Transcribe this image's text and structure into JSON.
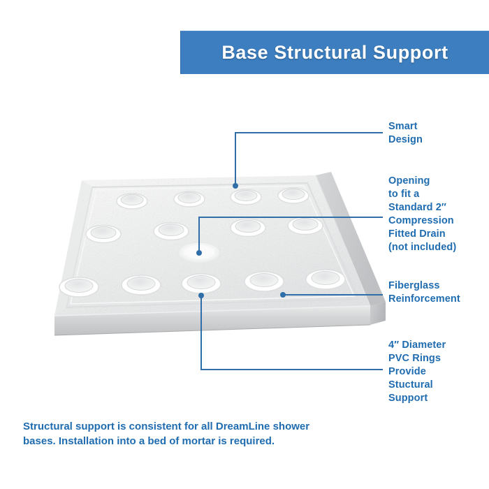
{
  "header": {
    "title": "Base Structural Support",
    "banner_color": "#3c7ebf",
    "title_color": "#ffffff"
  },
  "annotations": [
    {
      "id": "smart-design",
      "text": "Smart\nDesign",
      "color": "#1f6cb0"
    },
    {
      "id": "opening-drain",
      "text": "Opening\nto fit a\nStandard 2″\nCompression\nFitted Drain\n(not included)",
      "color": "#1f6cb0"
    },
    {
      "id": "fiberglass",
      "text": "Fiberglass\nReinforcement",
      "color": "#1f6cb0"
    },
    {
      "id": "pvc-rings",
      "text": "4″ Diameter\nPVC Rings\nProvide\nStuctural\nSupport",
      "color": "#1f6cb0"
    }
  ],
  "caption": {
    "text": "Structural support is consistent for all DreamLine shower bases. Installation into a bed of mortar is required.",
    "color": "#1f6cb0"
  },
  "illustration": {
    "name": "shower-base-3d-perspective",
    "leader_line_color": "#2f6ea8",
    "base_top_color": "#f1f2f2",
    "base_side_color": "#c9cbcd",
    "ring_count": 12
  }
}
